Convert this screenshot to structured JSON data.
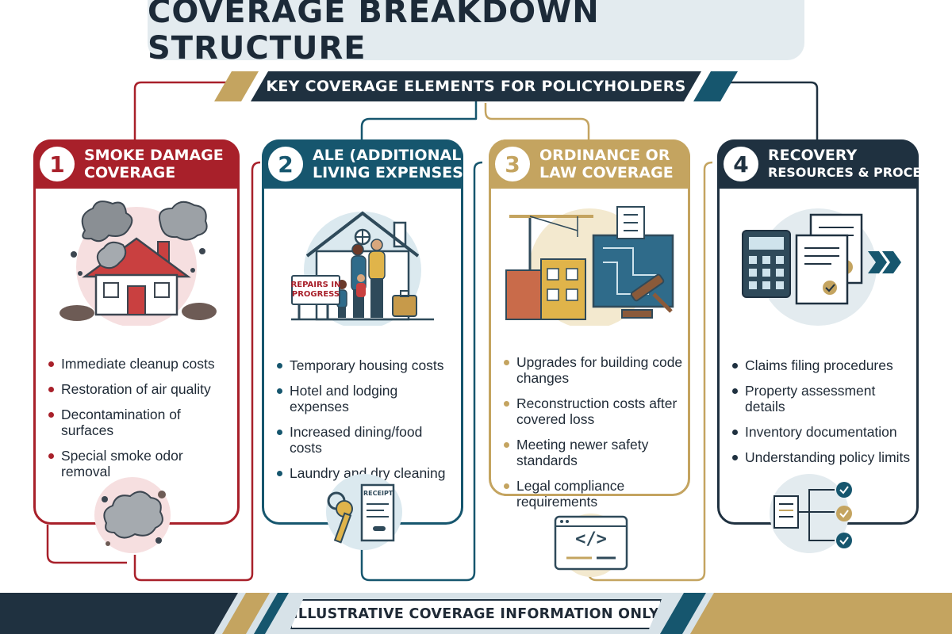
{
  "title": "COVERAGE BREAKDOWN STRUCTURE",
  "subtitle": "KEY COVERAGE ELEMENTS FOR POLICYHOLDERS",
  "footer": "ILLUSTRATIVE COVERAGE INFORMATION ONLY",
  "colors": {
    "red": "#a8202a",
    "teal": "#16566e",
    "gold": "#c4a460",
    "navy": "#1f3140"
  },
  "cards": [
    {
      "number": "1",
      "title_lines": [
        "SMOKE DAMAGE",
        "COVERAGE"
      ],
      "bullets": [
        "Immediate cleanup costs",
        "Restoration of air quality",
        "Decontamination of surfaces",
        "Special smoke odor removal"
      ],
      "icon": "smoking-house-icon",
      "bottom_icon": "smoke-particles-icon"
    },
    {
      "number": "2",
      "title_lines": [
        "ALE (ADDITIONAL",
        "LIVING EXPENSES)"
      ],
      "bullets": [
        "Temporary housing costs",
        "Hotel and lodging expenses",
        "Increased dining/food costs",
        "Laundry and dry cleaning"
      ],
      "icon": "family-home-icon",
      "sign_lines": [
        "REPAIRS IN",
        "PROGRESS"
      ],
      "bottom_icon": "key-receipt-icon",
      "receipt_label": "RECEIPT"
    },
    {
      "number": "3",
      "title_lines": [
        "ORDINANCE OR",
        "LAW COVERAGE"
      ],
      "bullets": [
        "Upgrades for building code changes",
        "Reconstruction costs after covered loss",
        "Meeting newer safety standards",
        "Legal compliance requirements"
      ],
      "icon": "construction-blueprint-icon",
      "bottom_icon": "code-window-icon",
      "code_glyph": "</>"
    },
    {
      "number": "4",
      "title_lines": [
        "RECOVERY",
        "RESOURCES & PROCESS"
      ],
      "bullets": [
        "Claims filing procedures",
        "Property assessment details",
        "Inventory documentation",
        "Understanding policy limits"
      ],
      "icon": "calculator-documents-icon",
      "bottom_icon": "checklist-flow-icon"
    }
  ]
}
